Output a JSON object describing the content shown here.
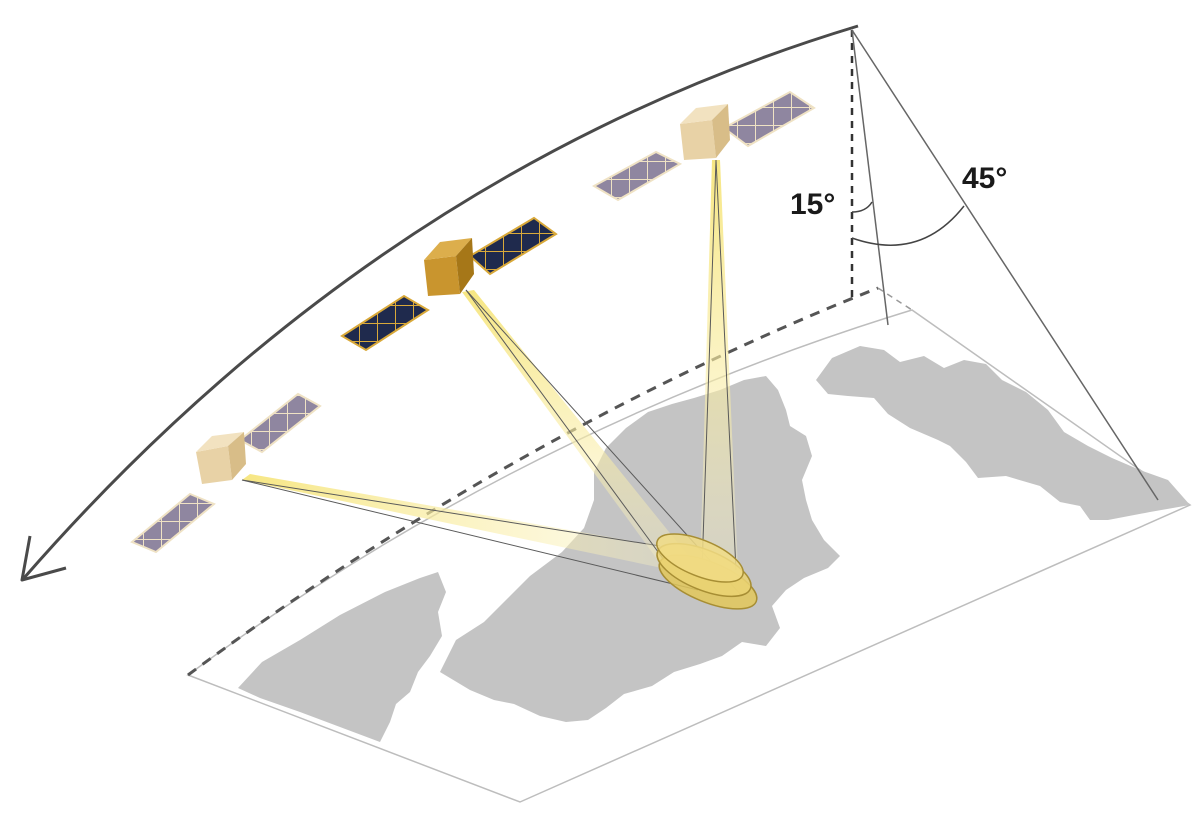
{
  "angles": {
    "inner_label": "15°",
    "outer_label": "45°"
  },
  "satellites": [
    {
      "name": "left-satellite",
      "state": "inactive"
    },
    {
      "name": "middle-satellite",
      "state": "active"
    },
    {
      "name": "right-satellite",
      "state": "inactive"
    }
  ],
  "colors": {
    "orbit_arrow": "#4a4a4a",
    "land": "#c4c4c4",
    "active_panel": "#1f2a4d",
    "active_body": "#c9952e",
    "inactive_panel": "#8f86a0",
    "inactive_body": "#e8d2a6",
    "beam": "#f4e27a",
    "footprint": "#e3c85a"
  },
  "icons": {
    "orbit": "curved-arrow-icon",
    "satellite": "satellite-icon"
  }
}
